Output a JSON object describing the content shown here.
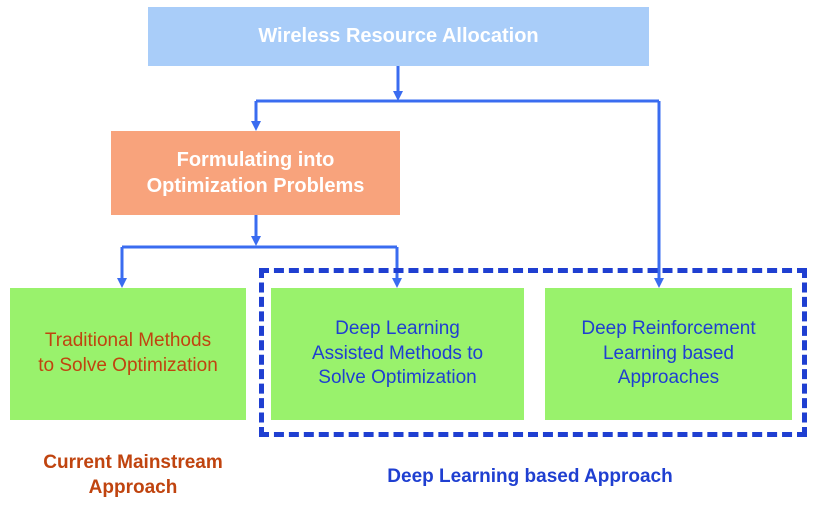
{
  "nodes": {
    "top": {
      "label": "Wireless Resource Allocation"
    },
    "formulating": {
      "label": "Formulating into\nOptimization Problems"
    },
    "traditional": {
      "label": "Traditional Methods\nto Solve Optimization"
    },
    "dl_assisted": {
      "label": "Deep Learning\nAssisted Methods to\nSolve Optimization"
    },
    "drl": {
      "label": "Deep Reinforcement\nLearning based\nApproaches"
    }
  },
  "captions": {
    "mainstream": "Current Mainstream\nApproach",
    "dl_based": "Deep Learning based Approach"
  },
  "colors": {
    "top_fill": "#a9cdf9",
    "formulating_fill": "#f8a37c",
    "leaf_fill": "#99f26c",
    "connector": "#3a6cf0",
    "dashed_border": "#1f3fd1",
    "traditional_text": "#c0440f",
    "dl_text": "#1f3fd1"
  }
}
